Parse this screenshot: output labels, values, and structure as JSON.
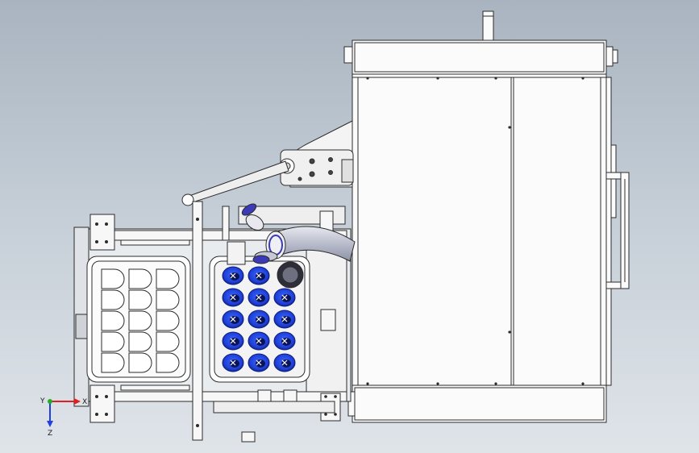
{
  "viewport": {
    "background_top": "#a9b4c0",
    "background_bottom": "#dfe4e9"
  },
  "triad": {
    "x_label": "X",
    "y_label": "Y",
    "z_label": "Z",
    "x_color": "#e02020",
    "y_color": "#20b020",
    "z_color": "#2040e0"
  },
  "colors": {
    "line": "#2b2b2b",
    "panel": "#fbfbfb",
    "cup": "#1f3fd6",
    "cup_dark": "#0d1f80",
    "arm": "#c9ccd8",
    "arm_accent": "#3b3bb8"
  }
}
